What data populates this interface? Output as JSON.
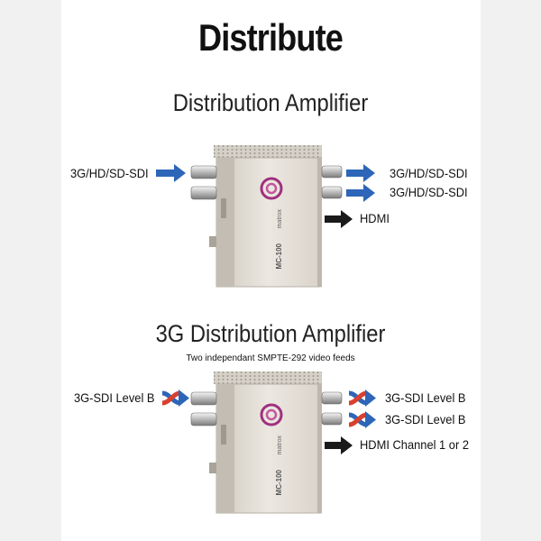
{
  "title": "Distribute",
  "colors": {
    "blue_arrow": "#2d66b8",
    "red_arrow": "#d8402f",
    "black_arrow": "#1a1a1a",
    "logo": "#a0307e"
  },
  "section1": {
    "heading": "Distribution Amplifier",
    "input_label": "3G/HD/SD-SDI",
    "output_label_1": "3G/HD/SD-SDI",
    "output_label_2": "3G/HD/SD-SDI",
    "hdmi_label": "HDMI"
  },
  "section2": {
    "heading": "3G Distribution Amplifier",
    "note": "Two independant SMPTE-292 video feeds",
    "input_label": "3G-SDI Level B",
    "output_label_1": "3G-SDI Level B",
    "output_label_2": "3G-SDI Level B",
    "hdmi_label": "HDMI Channel 1 or 2"
  },
  "device": {
    "brand": "matrox",
    "model": "MC-100"
  }
}
